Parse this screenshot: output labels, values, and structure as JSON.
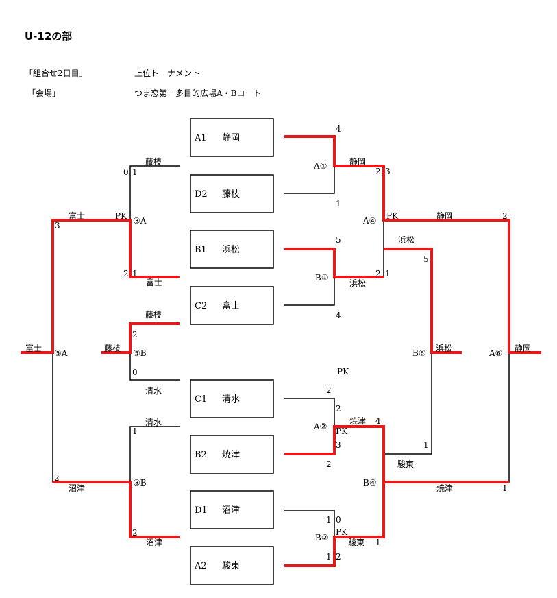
{
  "header": {
    "title": "U-12の部",
    "row1_label": "「組合せ2日目」",
    "row1_value": "上位トーナメント",
    "row2_label": "「会場」",
    "row2_value": "つま恋第一多目的広場A・Bコート"
  },
  "seeds": [
    {
      "code": "A1",
      "team": "静岡"
    },
    {
      "code": "D2",
      "team": "藤枝"
    },
    {
      "code": "B1",
      "team": "浜松"
    },
    {
      "code": "C2",
      "team": "富士"
    },
    {
      "code": "C1",
      "team": "清水"
    },
    {
      "code": "B2",
      "team": "焼津"
    },
    {
      "code": "D1",
      "team": "沼津"
    },
    {
      "code": "A2",
      "team": "駿東"
    }
  ],
  "labels": [
    {
      "text": "藤枝"
    },
    {
      "text": "0"
    },
    {
      "text": "1"
    },
    {
      "text": "富士"
    },
    {
      "text": "PK"
    },
    {
      "text": "③A"
    },
    {
      "text": "3"
    },
    {
      "text": "2"
    },
    {
      "text": "1"
    },
    {
      "text": "富士"
    },
    {
      "text": "藤枝"
    },
    {
      "text": "2"
    },
    {
      "text": "藤枝"
    },
    {
      "text": "⑤B"
    },
    {
      "text": "0"
    },
    {
      "text": "清水"
    },
    {
      "text": "富士"
    },
    {
      "text": "⑤A"
    },
    {
      "text": "清水"
    },
    {
      "text": "1"
    },
    {
      "text": "③B"
    },
    {
      "text": "2"
    },
    {
      "text": "沼津"
    },
    {
      "text": "2"
    },
    {
      "text": "沼津"
    },
    {
      "text": "4"
    },
    {
      "text": "A①"
    },
    {
      "text": "静岡"
    },
    {
      "text": "2"
    },
    {
      "text": "3"
    },
    {
      "text": "1"
    },
    {
      "text": "A④"
    },
    {
      "text": "PK"
    },
    {
      "text": "静岡"
    },
    {
      "text": "2"
    },
    {
      "text": "5"
    },
    {
      "text": "浜松"
    },
    {
      "text": "5"
    },
    {
      "text": "B①"
    },
    {
      "text": "2"
    },
    {
      "text": "1"
    },
    {
      "text": "浜松"
    },
    {
      "text": "4"
    },
    {
      "text": "B⑥"
    },
    {
      "text": "浜松"
    },
    {
      "text": "A⑥"
    },
    {
      "text": "静岡"
    },
    {
      "text": "PK"
    },
    {
      "text": "2"
    },
    {
      "text": "2"
    },
    {
      "text": "A②"
    },
    {
      "text": "焼津"
    },
    {
      "text": "4"
    },
    {
      "text": "PK"
    },
    {
      "text": "3"
    },
    {
      "text": "2"
    },
    {
      "text": "1"
    },
    {
      "text": "駿東"
    },
    {
      "text": "B④"
    },
    {
      "text": "焼津"
    },
    {
      "text": "1"
    },
    {
      "text": "1"
    },
    {
      "text": "0"
    },
    {
      "text": "B②"
    },
    {
      "text": "PK"
    },
    {
      "text": "駿東"
    },
    {
      "text": "1"
    },
    {
      "text": "1"
    },
    {
      "text": "2"
    }
  ],
  "colors": {
    "winner_line": "#e8191b",
    "line": "#000000"
  }
}
